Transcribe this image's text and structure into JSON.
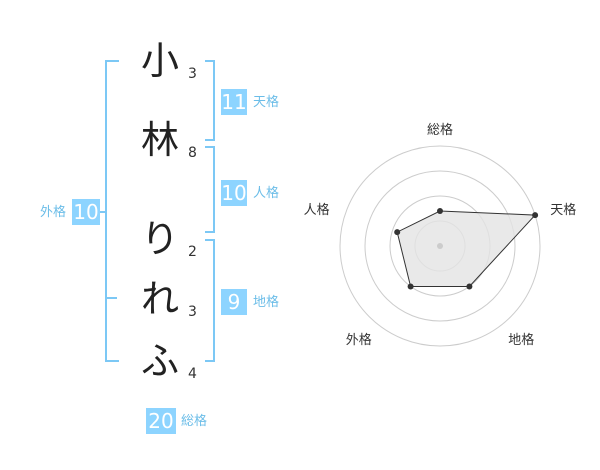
{
  "name": {
    "chars": [
      {
        "char": "小",
        "strokes": "3"
      },
      {
        "char": "林",
        "strokes": "8"
      },
      {
        "char": "り",
        "strokes": "2"
      },
      {
        "char": "れ",
        "strokes": "3"
      },
      {
        "char": "ふ",
        "strokes": "4"
      }
    ]
  },
  "kaku": {
    "gaikaku": {
      "label": "外格",
      "value": "10"
    },
    "tenkaku": {
      "label": "天格",
      "value": "11"
    },
    "jinkaku": {
      "label": "人格",
      "value": "10"
    },
    "chikaku": {
      "label": "地格",
      "value": "9"
    },
    "soukaku": {
      "label": "総格",
      "value": "20"
    }
  },
  "chart_data": {
    "type": "radar",
    "axes": [
      "総格",
      "天格",
      "地格",
      "外格",
      "人格"
    ],
    "values": [
      0.35,
      1.0,
      0.5,
      0.5,
      0.45
    ],
    "range": [
      0,
      1
    ],
    "rings": 4,
    "colors": {
      "line": "#333333",
      "fill": "#e4e4e4",
      "point": "#333333",
      "ring": "#cccccc",
      "center": "#cccccc"
    }
  }
}
